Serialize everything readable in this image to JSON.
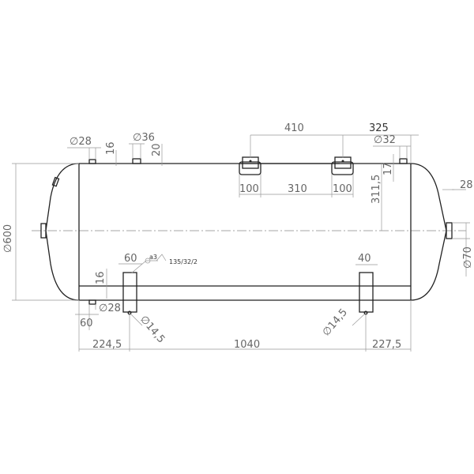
{
  "dims": {
    "d28_top": "∅28",
    "h16_top": "16",
    "d36": "∅36",
    "h20": "20",
    "d410": "410",
    "d325": "325",
    "d32": "∅32",
    "h17": "17",
    "w100a": "100",
    "w310": "310",
    "w100b": "100",
    "h311_5": "311,5",
    "d28_right": "28",
    "d70": "∅70",
    "d600": "∅600",
    "w60_weld": "60",
    "weld_a3": "a3",
    "weld_spec": "135/32/2",
    "h16_bottom": "16",
    "d28_bottom": "∅28",
    "w60_bottom": "60",
    "d14_5_left": "∅14,5",
    "d14_5_right": "∅14,5",
    "w40": "40",
    "l224_5": "224,5",
    "l1040": "1040",
    "l227_5": "227,5"
  }
}
